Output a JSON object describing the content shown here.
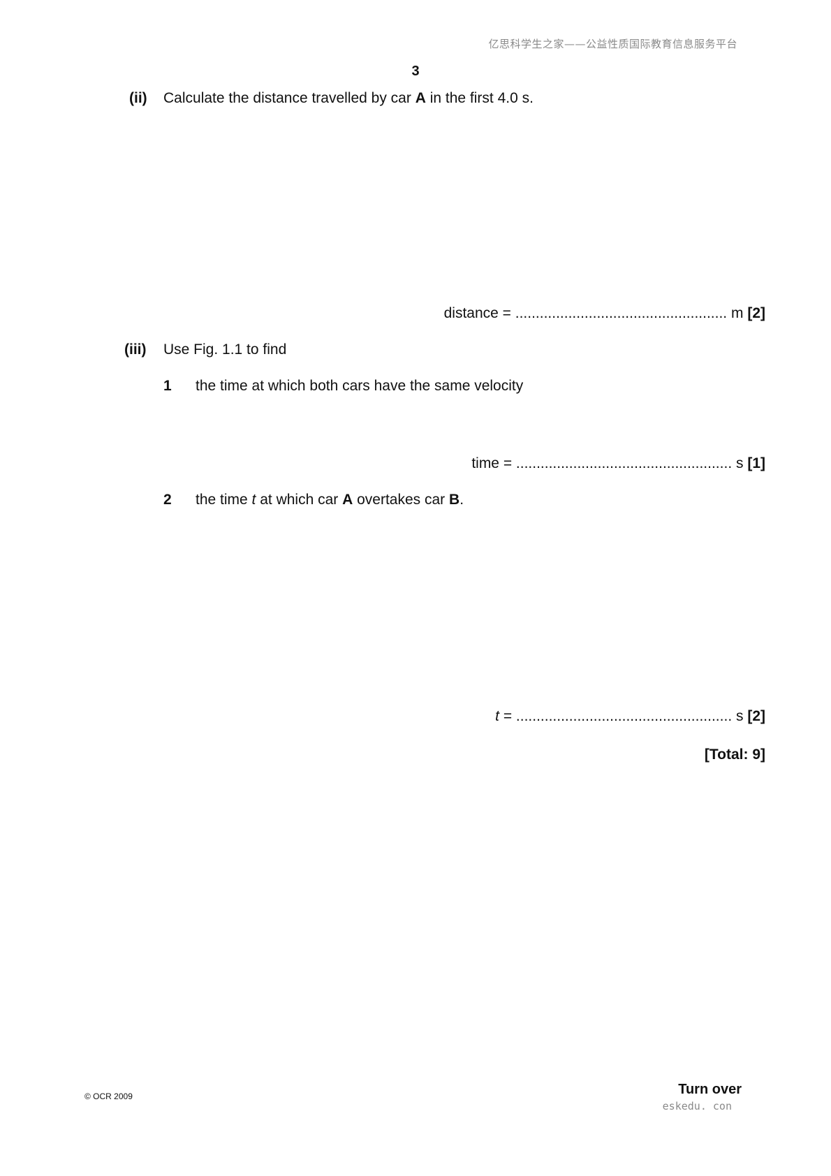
{
  "watermark": "亿思科学生之家——公益性质国际教育信息服务平台",
  "page_number": "3",
  "part_ii": {
    "label": "(ii)",
    "text_before": "Calculate the distance travelled by car ",
    "car": "A",
    "text_after": " in the first 4.0 s.",
    "answer_label": "distance = ",
    "answer_dots": "....................................................",
    "answer_unit": " m ",
    "marks": "[2]"
  },
  "part_iii": {
    "label": "(iii)",
    "text": "Use Fig. 1.1 to find",
    "item1": {
      "number": "1",
      "text": "the time at which both cars have the same velocity",
      "answer_label": "time = ",
      "answer_dots": ".....................................................",
      "answer_unit": " s ",
      "marks": "[1]"
    },
    "item2": {
      "number": "2",
      "text_before": "the time ",
      "var": "t",
      "text_mid": " at which car ",
      "car_a": "A",
      "text_mid2": " overtakes car ",
      "car_b": "B",
      "text_end": ".",
      "answer_var": "t",
      "answer_eq": " = ",
      "answer_dots": ".....................................................",
      "answer_unit": " s ",
      "marks": "[2]"
    }
  },
  "total": "[Total: 9]",
  "footer": {
    "copyright": "© OCR 2009",
    "turn_over": "Turn over",
    "site": "eskedu. con"
  }
}
